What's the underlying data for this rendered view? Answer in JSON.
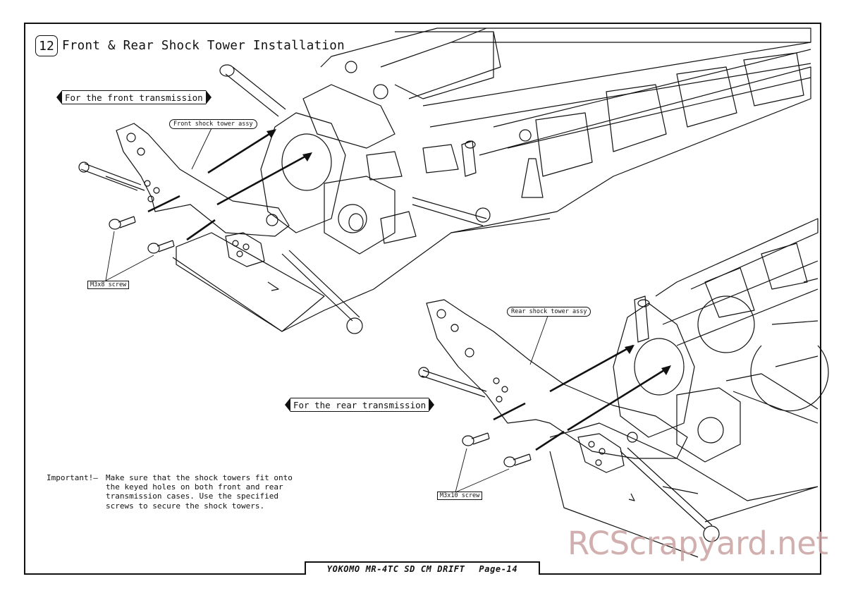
{
  "step": {
    "number": "12",
    "title": "Front & Rear Shock Tower Installation"
  },
  "banners": {
    "front": "For the front transmission",
    "rear": "For the rear transmission"
  },
  "callouts": {
    "front_tower": "Front shock tower assy",
    "rear_tower": "Rear shock tower assy",
    "front_screw": "M3x8 screw",
    "rear_screw": "M3x10 screw"
  },
  "note": {
    "heading": "Important!—",
    "lines": [
      "Make sure that the shock towers fit onto",
      "the keyed holes on both front and rear",
      "transmission cases.  Use the specified",
      "screws to secure the shock towers."
    ]
  },
  "footer": {
    "model": "YOKOMO MR-4TC SD CM DRIFT",
    "page": "Page-14"
  },
  "watermark": "RCScrapyard.net",
  "colors": {
    "line": "#111111",
    "watermark": "#c9a2a2"
  }
}
